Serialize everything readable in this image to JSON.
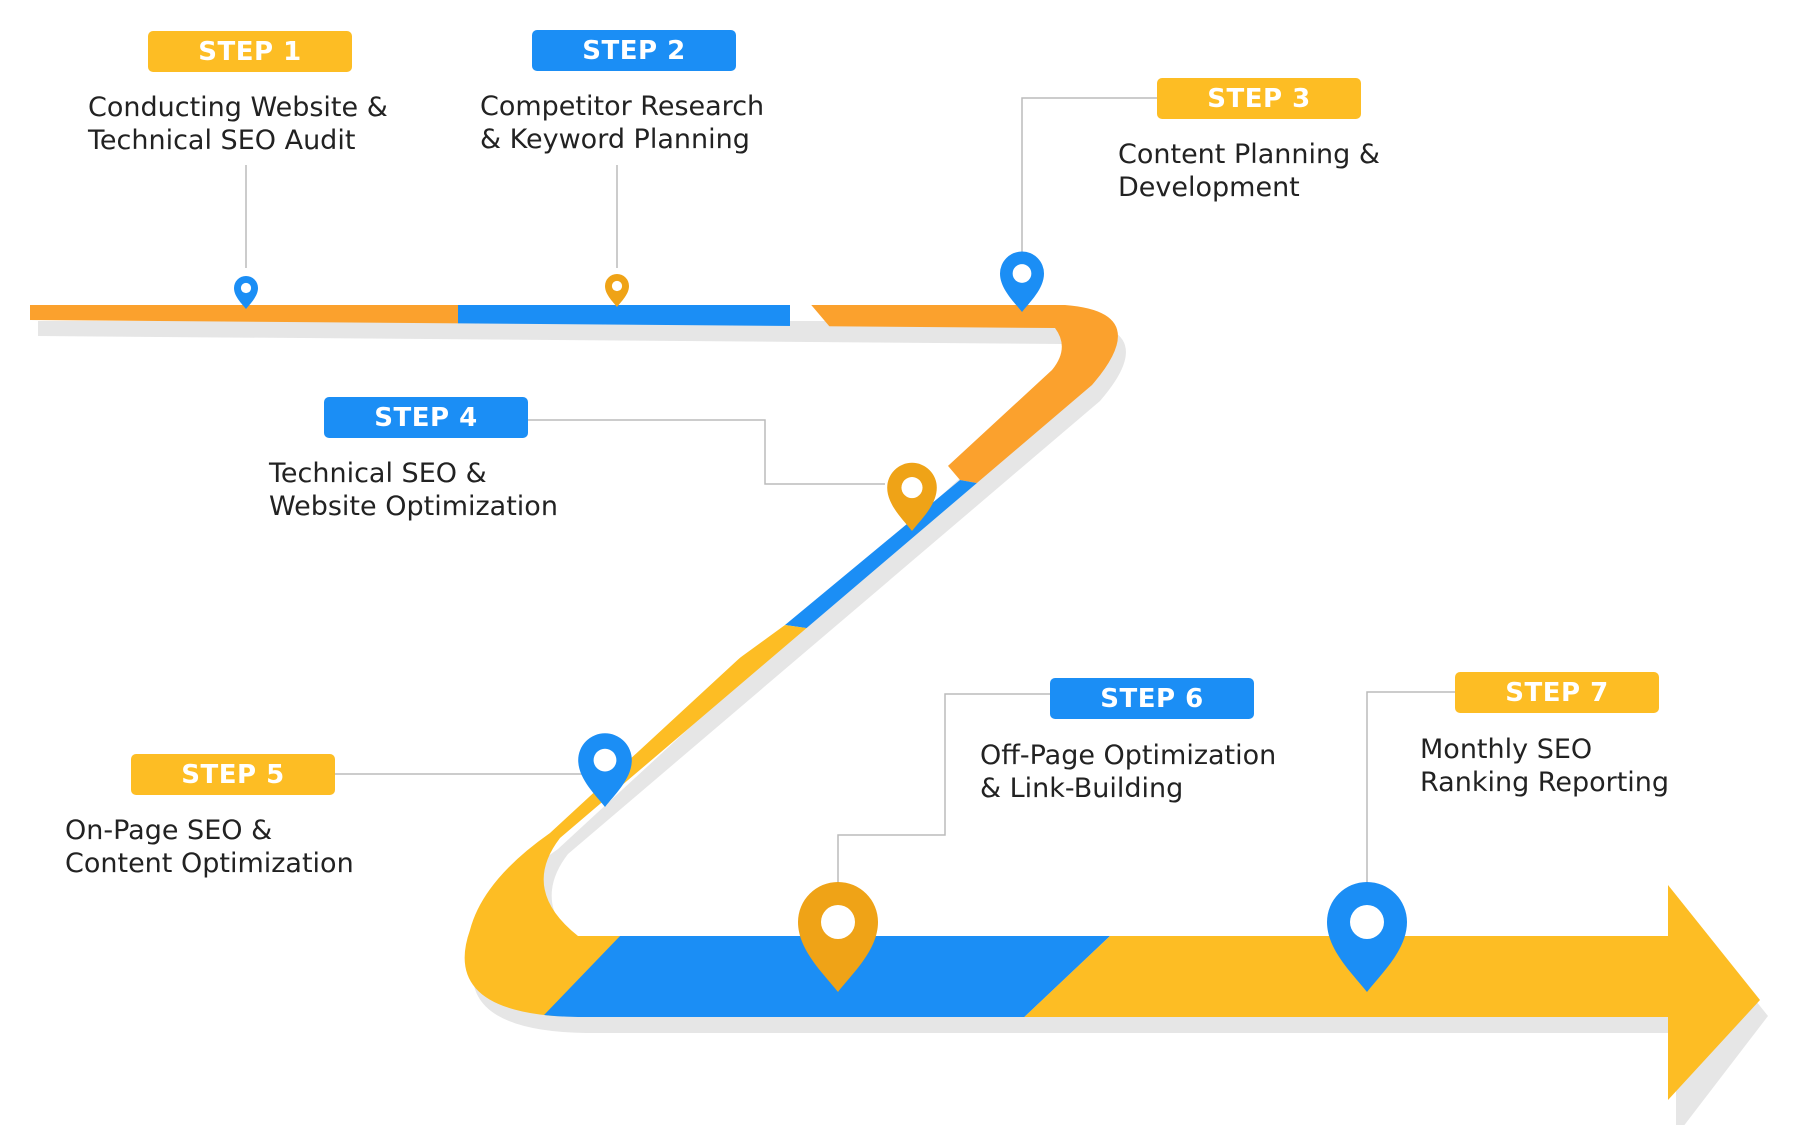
{
  "colors": {
    "orange": "#FBA12D",
    "yellow": "#FDBD24",
    "blue": "#1B8EF5",
    "pin_orange": "#EFA317",
    "shadow": "#E6E6E6",
    "connector": "#BBBBBB",
    "text": "#222222"
  },
  "steps": [
    {
      "badge": "STEP 1",
      "badge_color": "yellow",
      "lines": [
        "Conducting Website &",
        "Technical SEO Audit"
      ]
    },
    {
      "badge": "STEP 2",
      "badge_color": "blue",
      "lines": [
        "Competitor Research",
        "& Keyword Planning"
      ]
    },
    {
      "badge": "STEP 3",
      "badge_color": "yellow",
      "lines": [
        "Content Planning &",
        "Development"
      ]
    },
    {
      "badge": "STEP 4",
      "badge_color": "blue",
      "lines": [
        "Technical SEO &",
        "Website Optimization"
      ]
    },
    {
      "badge": "STEP 5",
      "badge_color": "yellow",
      "lines": [
        "On-Page SEO &",
        "Content Optimization"
      ]
    },
    {
      "badge": "STEP 6",
      "badge_color": "blue",
      "lines": [
        "Off-Page Optimization",
        "& Link-Building"
      ]
    },
    {
      "badge": "STEP 7",
      "badge_color": "yellow",
      "lines": [
        "Monthly SEO",
        "Ranking Reporting"
      ]
    }
  ],
  "pins": [
    {
      "step": 1,
      "icon": "map-pin-icon",
      "color": "blue"
    },
    {
      "step": 2,
      "icon": "map-pin-icon",
      "color": "pin_orange"
    },
    {
      "step": 3,
      "icon": "map-pin-icon",
      "color": "blue"
    },
    {
      "step": 4,
      "icon": "map-pin-icon",
      "color": "pin_orange"
    },
    {
      "step": 5,
      "icon": "map-pin-icon",
      "color": "blue"
    },
    {
      "step": 6,
      "icon": "map-pin-icon",
      "color": "pin_orange"
    },
    {
      "step": 7,
      "icon": "map-pin-icon",
      "color": "blue"
    }
  ],
  "arrow_icon": "arrow-right-icon"
}
